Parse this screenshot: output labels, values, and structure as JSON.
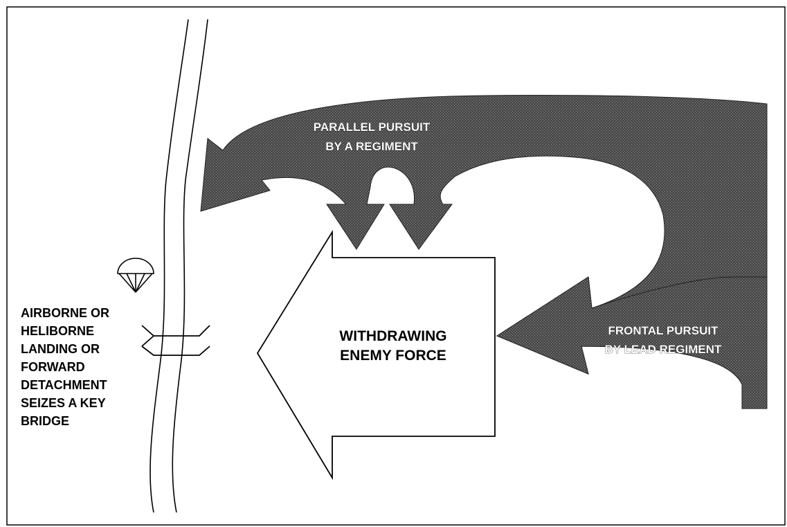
{
  "diagram": {
    "withdrawing_force": {
      "line1": "WITHDRAWING",
      "line2": "ENEMY FORCE"
    },
    "parallel_pursuit": {
      "line1": "PARALLEL PURSUIT",
      "line2": "BY A REGIMENT"
    },
    "frontal_pursuit": {
      "line1": "FRONTAL PURSUIT",
      "line2": "BY LEAD REGIMENT"
    },
    "landing_note": {
      "lines": [
        "AIRBORNE OR",
        "HELIBORNE",
        "LANDING OR",
        "FORWARD",
        "DETACHMENT",
        "SEIZES A KEY",
        "BRIDGE"
      ]
    },
    "icons": {
      "parachute": "parachute-icon",
      "bridge": "bridge-symbol",
      "river": "river"
    },
    "colors": {
      "pursuit_fill": "#3a3a3a",
      "outline": "#000000",
      "background": "#ffffff"
    }
  }
}
